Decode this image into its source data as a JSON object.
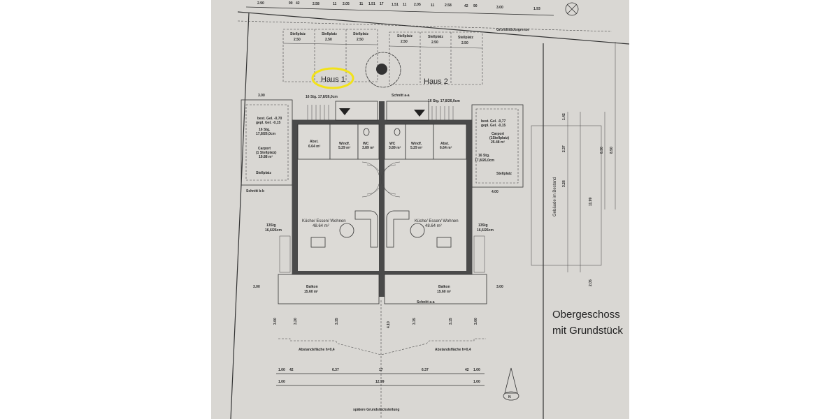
{
  "plan": {
    "title_line1": "Obergeschoss",
    "title_line2": "mit Grundstück",
    "property_line_label": "Grundstücksgrenze",
    "existing_building_label": "Gebäude im Bestand",
    "future_division_label": "spätere Grundstücksteilung",
    "section_a": "Schnitt a-a",
    "section_b": "Schnitt b-b",
    "highlight_color": "#f2e21a",
    "paper_color": "#d9d7d3",
    "top_dimensions": [
      "2.90",
      "90",
      "42",
      "2.58",
      "11",
      "2.05",
      "11",
      "1.51",
      "17",
      "1.51",
      "11",
      "2.05",
      "11",
      "2.58",
      "42",
      "90",
      "3.00",
      "1.93"
    ],
    "bottom_dimensions": {
      "row1": [
        "1.00",
        "42",
        "6.37",
        "17",
        "6.37",
        "42",
        "1.00"
      ],
      "row2": [
        "1.00",
        "12.99",
        "1.00"
      ]
    },
    "right_dimensions": [
      "1.42",
      "2.37",
      "3.26",
      "8.30",
      "8.50",
      "11.99",
      "2.05"
    ],
    "parking": {
      "label": "Stellplatz",
      "width": "2.50"
    },
    "houses": [
      {
        "name": "Haus 1",
        "highlighted": true,
        "stairs_top": "16 Stg. 17,8/26,0cm",
        "carport": {
          "label": "Carport",
          "sub": "(1 Stellplatz)",
          "area": "19.88 m²",
          "stairs": "16 Stg.",
          "stairs_dim": "17,8/26,0cm",
          "level1": "best. Gel. -0,70",
          "level2": "gepl. Gel. -0,15",
          "stellplatz": "Stellplatz",
          "width": "3.00"
        },
        "rooms": [
          {
            "name": "Abst.",
            "area": "6.64 m²"
          },
          {
            "name": "Windf.",
            "area": "5.29 m²"
          },
          {
            "name": "WC",
            "area": "3.89 m²"
          }
        ],
        "living": {
          "name": "Küche/ Essen/ Wohnen",
          "area": "48.64 m²"
        },
        "side_stairs": {
          "count": "13Stg",
          "dim": "16,6/26cm"
        },
        "balcony": {
          "name": "Balkon",
          "area": "15.60 m²"
        },
        "side_dim": "3.00",
        "setback": "Abstandsfläche h=0,4"
      },
      {
        "name": "Haus 2",
        "highlighted": false,
        "stairs_top": "16 Stg. 17,8/26,0cm",
        "carport": {
          "label": "Carport",
          "sub": "(1Stellplatz)",
          "area": "25.48 m²",
          "stairs": "16 Stg.",
          "stairs_dim": "17,8/26,0cm",
          "level1": "best. Gel. -0,77",
          "level2": "gepl. Gel. -0,15",
          "stellplatz": "Stellplatz",
          "width": "4.00"
        },
        "rooms": [
          {
            "name": "WC",
            "area": "3.89 m²"
          },
          {
            "name": "Windf.",
            "area": "5.29 m²"
          },
          {
            "name": "Abst.",
            "area": "6.64 m²"
          }
        ],
        "living": {
          "name": "Küche/ Essen/ Wohnen",
          "area": "48.64 m²"
        },
        "side_stairs": {
          "count": "13Stg",
          "dim": "16,6/26cm"
        },
        "balcony": {
          "name": "Balkon",
          "area": "15.60 m²"
        },
        "side_dim": "3.00",
        "setback": "Abstandsfläche h=0,4"
      }
    ],
    "front_dims": [
      "3.00",
      "3.20",
      "3.35",
      "4.10",
      "3.35",
      "3.15",
      "3.00"
    ],
    "north_label": "N",
    "icons": [
      "north-arrow-icon",
      "compass-symbol-icon",
      "tree-icon",
      "toilet-icon",
      "dining-table-icon",
      "sofa-icon"
    ]
  }
}
